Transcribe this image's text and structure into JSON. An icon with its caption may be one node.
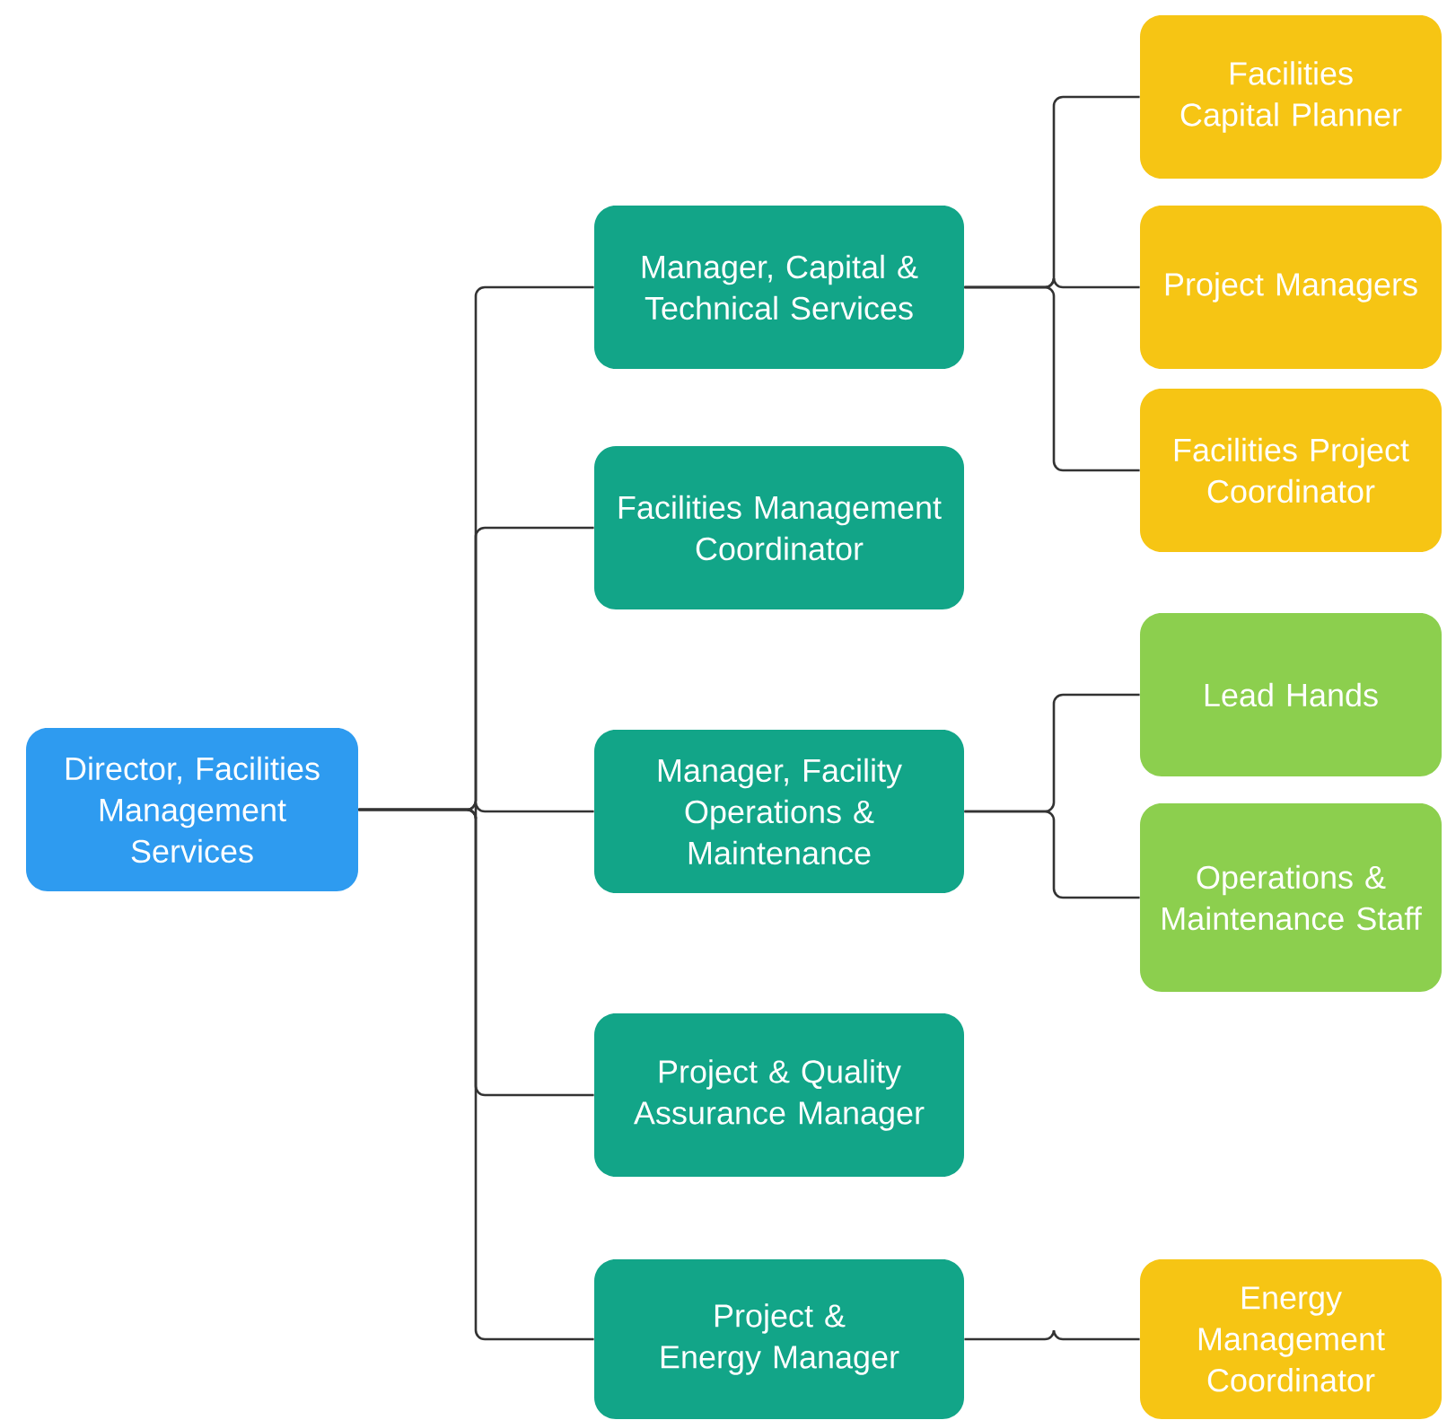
{
  "diagram": {
    "nodes": [
      {
        "text": [
          "Director, Facilities Management Services"
        ]
      },
      {
        "text": [
          "Manager, Capital & Technical Services"
        ]
      },
      {
        "text": [
          "Facilities Management Coordinator"
        ]
      },
      {
        "text": [
          "Manager, Facility Operations & Maintenance"
        ]
      },
      {
        "text": [
          "Project & Quality Assurance Manager"
        ]
      },
      {
        "text": [
          "Project & Energy Manager"
        ]
      },
      {
        "text": [
          "Facilities Capital Planner"
        ]
      },
      {
        "text": [
          "Project Managers"
        ]
      },
      {
        "text": [
          "Facilities Project Coordinator"
        ]
      },
      {
        "text": [
          "Lead Hands"
        ]
      },
      {
        "text": [
          "Operations & Maintenance Staff"
        ]
      },
      {
        "text": [
          "Energy Management Coordinator"
        ]
      }
    ],
    "edges": [
      {
        "from": 0,
        "to": 1,
        "arrow": "none"
      },
      {
        "from": 0,
        "to": 2,
        "arrow": "none"
      },
      {
        "from": 0,
        "to": 3,
        "arrow": "none"
      },
      {
        "from": 0,
        "to": 4,
        "arrow": "none"
      },
      {
        "from": 0,
        "to": 5,
        "arrow": "none"
      },
      {
        "from": 1,
        "to": 6,
        "arrow": "none"
      },
      {
        "from": 1,
        "to": 7,
        "arrow": "none"
      },
      {
        "from": 1,
        "to": 8,
        "arrow": "none"
      },
      {
        "from": 3,
        "to": 9,
        "arrow": "none"
      },
      {
        "from": 3,
        "to": 10,
        "arrow": "none"
      },
      {
        "from": 5,
        "to": 11,
        "arrow": "none"
      }
    ]
  }
}
